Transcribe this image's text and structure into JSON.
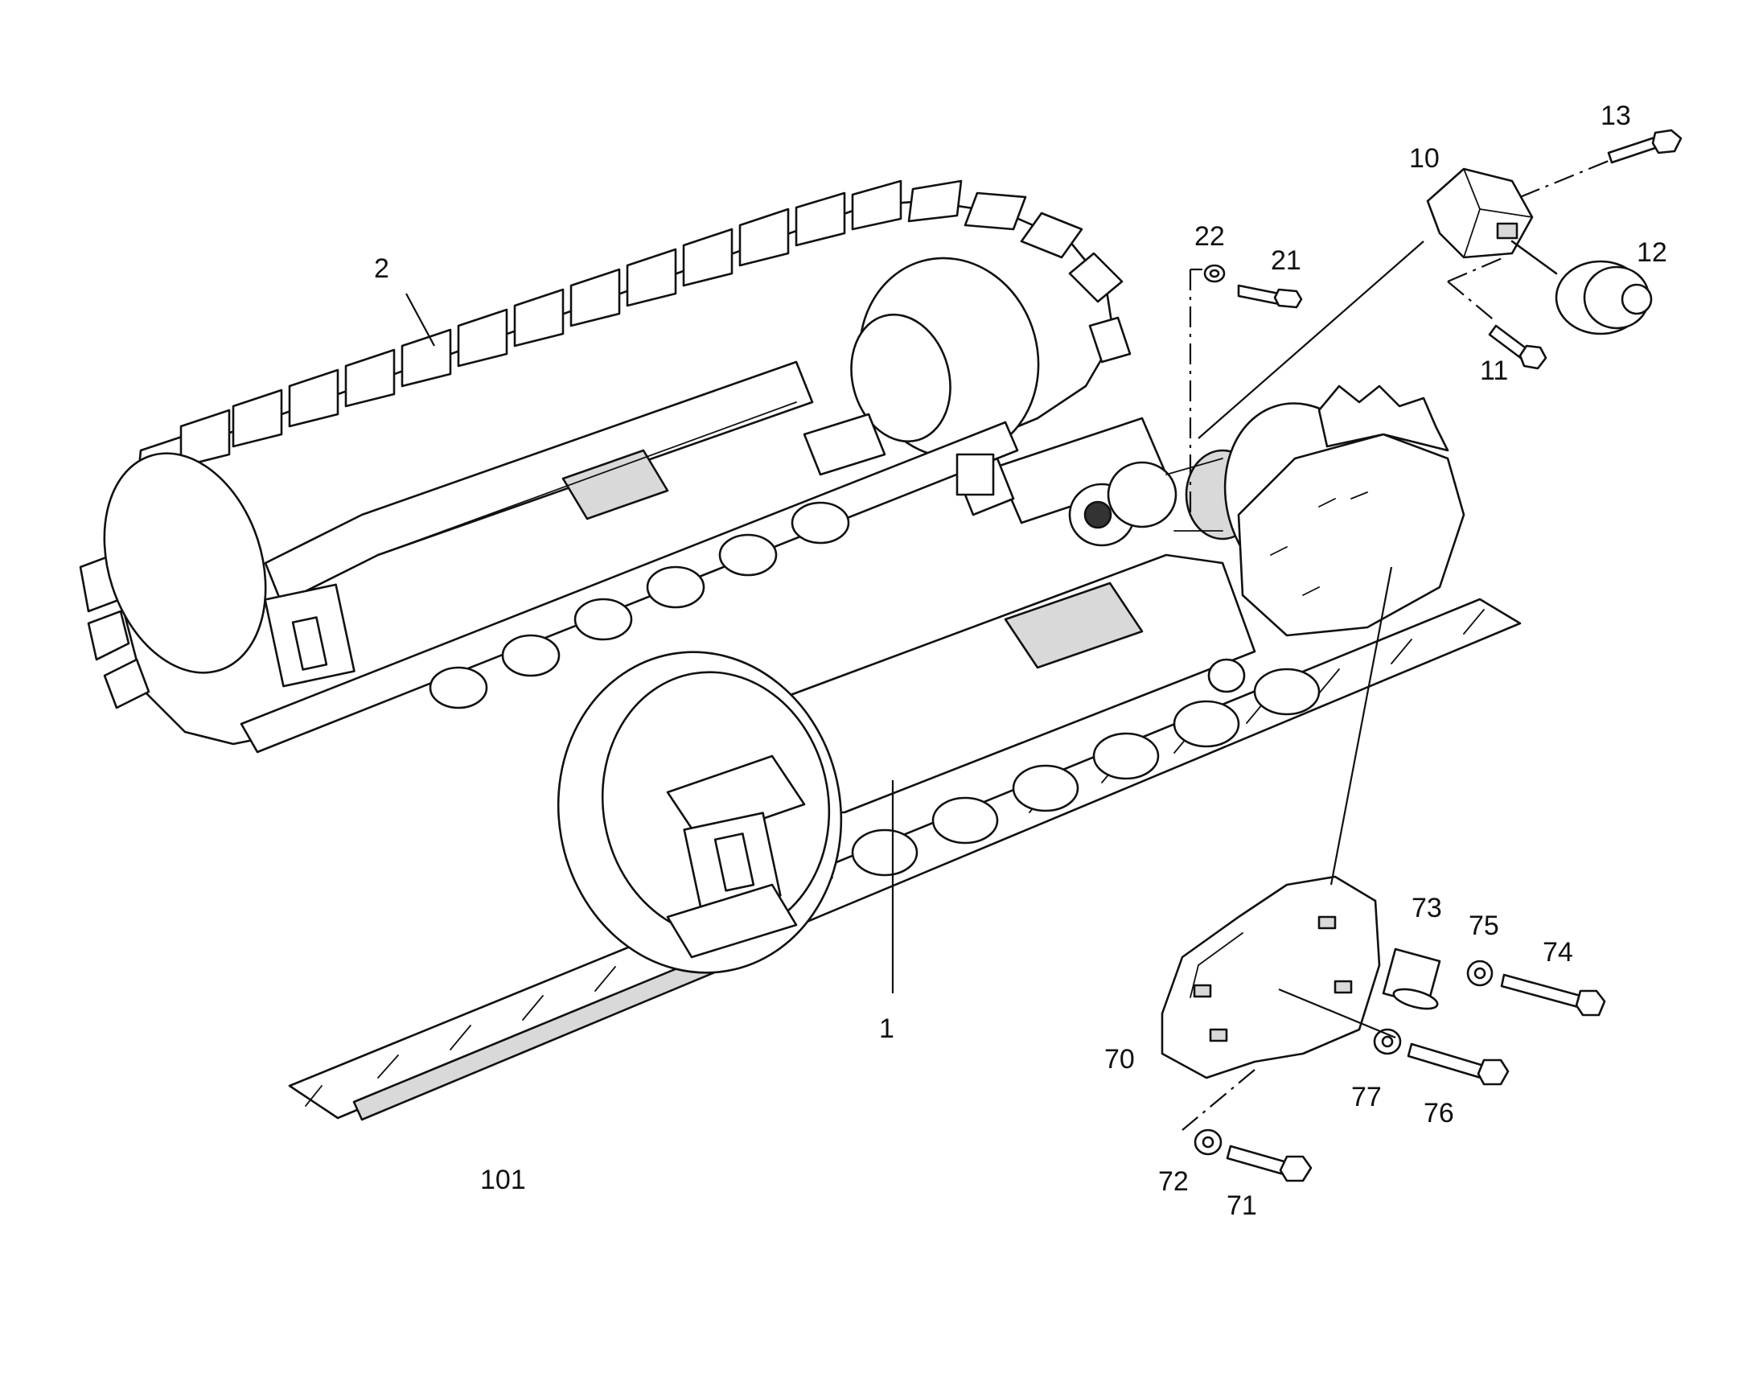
{
  "labels": {
    "frame_1": "1",
    "track_2": "2",
    "part_10": "10",
    "part_11": "11",
    "part_12": "12",
    "part_13": "13",
    "part_21": "21",
    "part_22": "22",
    "cover_70": "70",
    "part_71": "71",
    "part_72": "72",
    "part_73": "73",
    "part_74": "74",
    "part_75": "75",
    "part_76": "76",
    "part_77": "77",
    "track_101": "101"
  }
}
